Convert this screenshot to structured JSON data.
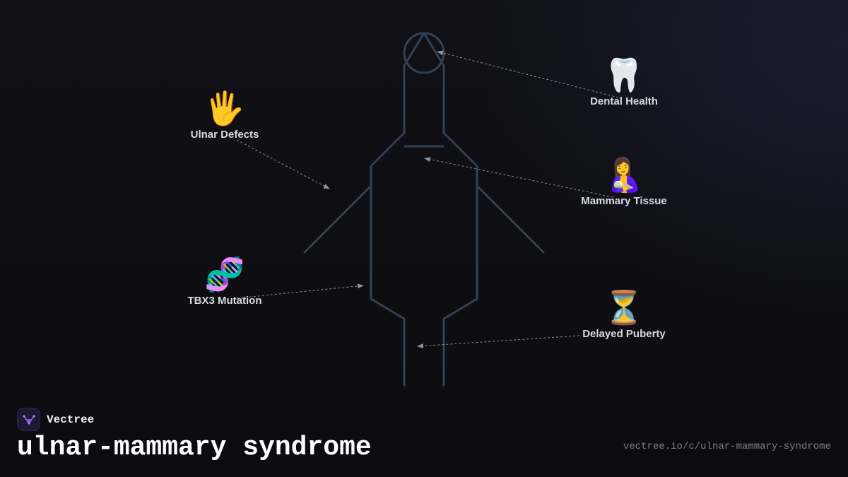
{
  "brand": {
    "name": "Vectree",
    "logo_icon": "vectree-logo-icon",
    "accent": "#a45cf0"
  },
  "title": "ulnar-mammary syndrome",
  "url": "vectree.io/c/ulnar-mammary-syndrome",
  "colors": {
    "background": "#0e0e13",
    "figure_stroke": "#334155",
    "connector": "#8a93a6",
    "label": "#d7dae3"
  },
  "features": [
    {
      "id": "ulnar",
      "emoji": "🖐️",
      "icon": "raised-hand-icon",
      "label": "Ulnar Defects"
    },
    {
      "id": "tbx3",
      "emoji": "🧬",
      "icon": "dna-icon",
      "label": "TBX3 Mutation"
    },
    {
      "id": "dental",
      "emoji": "🦷",
      "icon": "tooth-icon",
      "label": "Dental Health"
    },
    {
      "id": "mammary",
      "emoji": "🤱",
      "icon": "breastfeeding-icon",
      "label": "Mammary Tissue"
    },
    {
      "id": "puberty",
      "emoji": "⏳",
      "icon": "hourglass-icon",
      "label": "Delayed Puberty"
    }
  ]
}
